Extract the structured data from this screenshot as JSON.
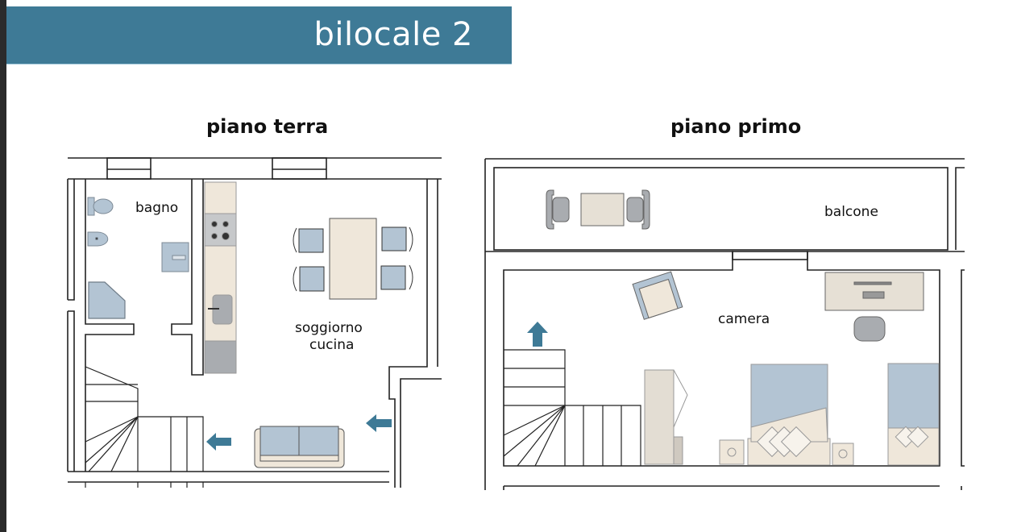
{
  "header": {
    "title": "bilocale 2"
  },
  "floors": [
    {
      "title": "piano terra",
      "rooms": [
        "bagno",
        "soggiorno",
        "cucina"
      ]
    },
    {
      "title": "piano primo",
      "rooms": [
        "balcone",
        "camera"
      ]
    }
  ],
  "colors": {
    "accent": "#3e7a96",
    "furniture_blue": "#b3c4d3",
    "furniture_beige": "#efe7da",
    "furniture_gray": "#a9acb0"
  }
}
